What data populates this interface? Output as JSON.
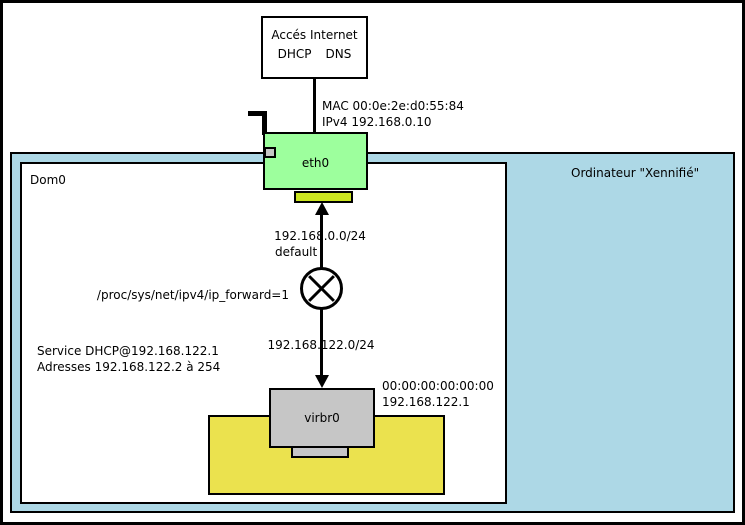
{
  "colors": {
    "host_bg": "#add8e6",
    "nic_bg": "#9dff9d",
    "bridge_zone_bg": "#ebe24e",
    "nic_port_bg": "#cbe520",
    "device_bg": "#c6c6c6",
    "line": "#000000"
  },
  "internet": {
    "title": "Accés Internet",
    "services": [
      "DHCP",
      "DNS"
    ]
  },
  "eth0": {
    "label": "eth0",
    "mac": "MAC 00:0e:2e:d0:55:84",
    "ipv4": "IPv4 192.168.0.10"
  },
  "host": {
    "label": "Ordinateur \"Xennifié\""
  },
  "dom0": {
    "label": "Dom0"
  },
  "routing": {
    "upper_subnet": "192.168.0.0/24",
    "upper_route": "default",
    "ip_forward": "/proc/sys/net/ipv4/ip_forward=1",
    "lower_subnet": "192.168.122.0/24"
  },
  "dhcp": {
    "service": "Service DHCP@192.168.122.1",
    "range": "Adresses 192.168.122.2 à 254"
  },
  "virbr0": {
    "label": "virbr0",
    "mac": "00:00:00:00:00:00",
    "ip": "192.168.122.1"
  }
}
